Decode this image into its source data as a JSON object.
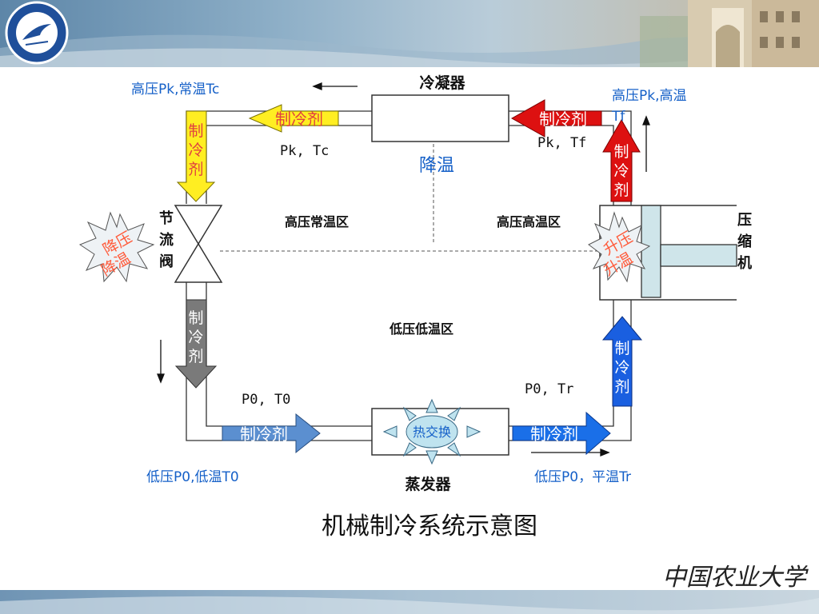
{
  "title": "机械制冷系统示意图",
  "university": "中国农业大学",
  "logo": {
    "icon": "university-seal"
  },
  "colors": {
    "condenser_out": "#ffee22",
    "compressor_out": "#dd1111",
    "valve_out": "#7a7a7a",
    "evaporator_in": "#5b8fd0",
    "evaporator_out": "#1a6fe8",
    "compressor_in": "#1a5fe0",
    "label_blue": "#1560c8",
    "burst": "#ff5a3a"
  },
  "components": {
    "condenser": "冷凝器",
    "evaporator": "蒸发器",
    "throttle_valve": [
      "节",
      "流",
      "阀"
    ],
    "compressor": [
      "压",
      "缩",
      "机"
    ],
    "heat_exchange": "热交换"
  },
  "zones": {
    "high_normal": "高压常温区",
    "high_high": "高压高温区",
    "low_low": "低压低温区"
  },
  "annotations": {
    "cooling": "降温",
    "left_top": "高压Pk,常温Tc",
    "right_top": [
      "高压Pk,高温",
      "Tf"
    ],
    "left_bottom": "低压P0,低温T0",
    "right_bottom": "低压P0，平温Tr",
    "pk_tc": "Pk, Tc",
    "pk_tf": "Pk, Tf",
    "p0_t0": "P0, T0",
    "p0_tr": "P0, Tr",
    "burst_left": [
      "降压",
      "降温"
    ],
    "burst_right": [
      "升压",
      "升温"
    ]
  },
  "refrigerant": {
    "label": "制冷剂",
    "chars": [
      "制",
      "冷",
      "剂"
    ]
  }
}
